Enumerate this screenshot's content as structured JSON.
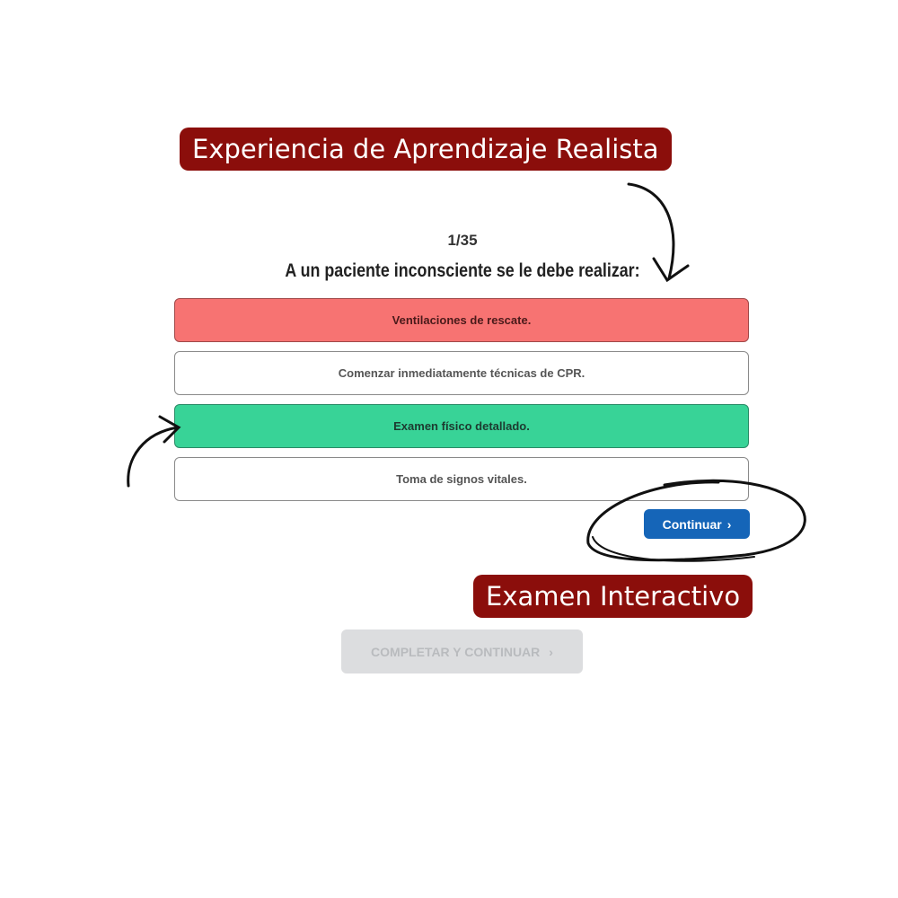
{
  "annotations": {
    "top": "Experiencia de Aprendizaje Realista",
    "bottom": "Examen Interactivo"
  },
  "quiz": {
    "counter": "1/35",
    "question": "A un paciente inconsciente se le debe realizar:",
    "options": [
      {
        "label": "Ventilaciones de rescate.",
        "state": "incorrect"
      },
      {
        "label": "Comenzar inmediatamente técnicas de CPR.",
        "state": "neutral"
      },
      {
        "label": "Examen físico detallado.",
        "state": "correct"
      },
      {
        "label": "Toma de signos vitales.",
        "state": "neutral"
      }
    ],
    "continue_label": "Continuar",
    "complete_label": "COMPLETAR Y CONTINUAR",
    "chevron": "›"
  },
  "colors": {
    "incorrect": "#f77372",
    "correct": "#38d397",
    "primary": "#1565b8",
    "tag": "#8b0e0b"
  }
}
